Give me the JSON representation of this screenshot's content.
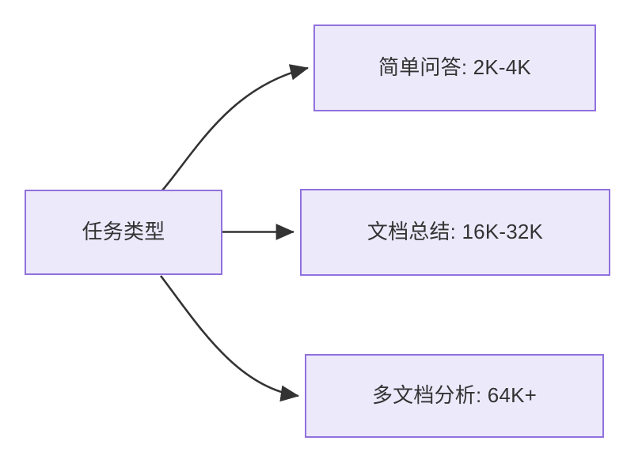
{
  "diagram": {
    "type": "flowchart",
    "direction": "left-to-right",
    "title": "",
    "colors": {
      "node_fill": "#ece9fb",
      "node_border": "#9071dd",
      "node_text": "#333333",
      "edge_stroke": "#333333",
      "background": "#ffffff"
    },
    "nodes": [
      {
        "id": "source",
        "label": "任务类型",
        "role": "root"
      },
      {
        "id": "simple-qa",
        "label": "简单问答: 2K-4K",
        "role": "leaf"
      },
      {
        "id": "doc-summary",
        "label": "文档总结: 16K-32K",
        "role": "leaf"
      },
      {
        "id": "multi-doc",
        "label": "多文档分析: 64K+",
        "role": "leaf"
      }
    ],
    "edges": [
      {
        "id": "edge-source-to-simple-qa",
        "from": "source",
        "to": "simple-qa",
        "label": "",
        "style": "curved-arrow"
      },
      {
        "id": "edge-source-to-doc-summary",
        "from": "source",
        "to": "doc-summary",
        "label": "",
        "style": "straight-arrow"
      },
      {
        "id": "edge-source-to-multi-doc",
        "from": "source",
        "to": "multi-doc",
        "label": "",
        "style": "curved-arrow"
      }
    ]
  }
}
